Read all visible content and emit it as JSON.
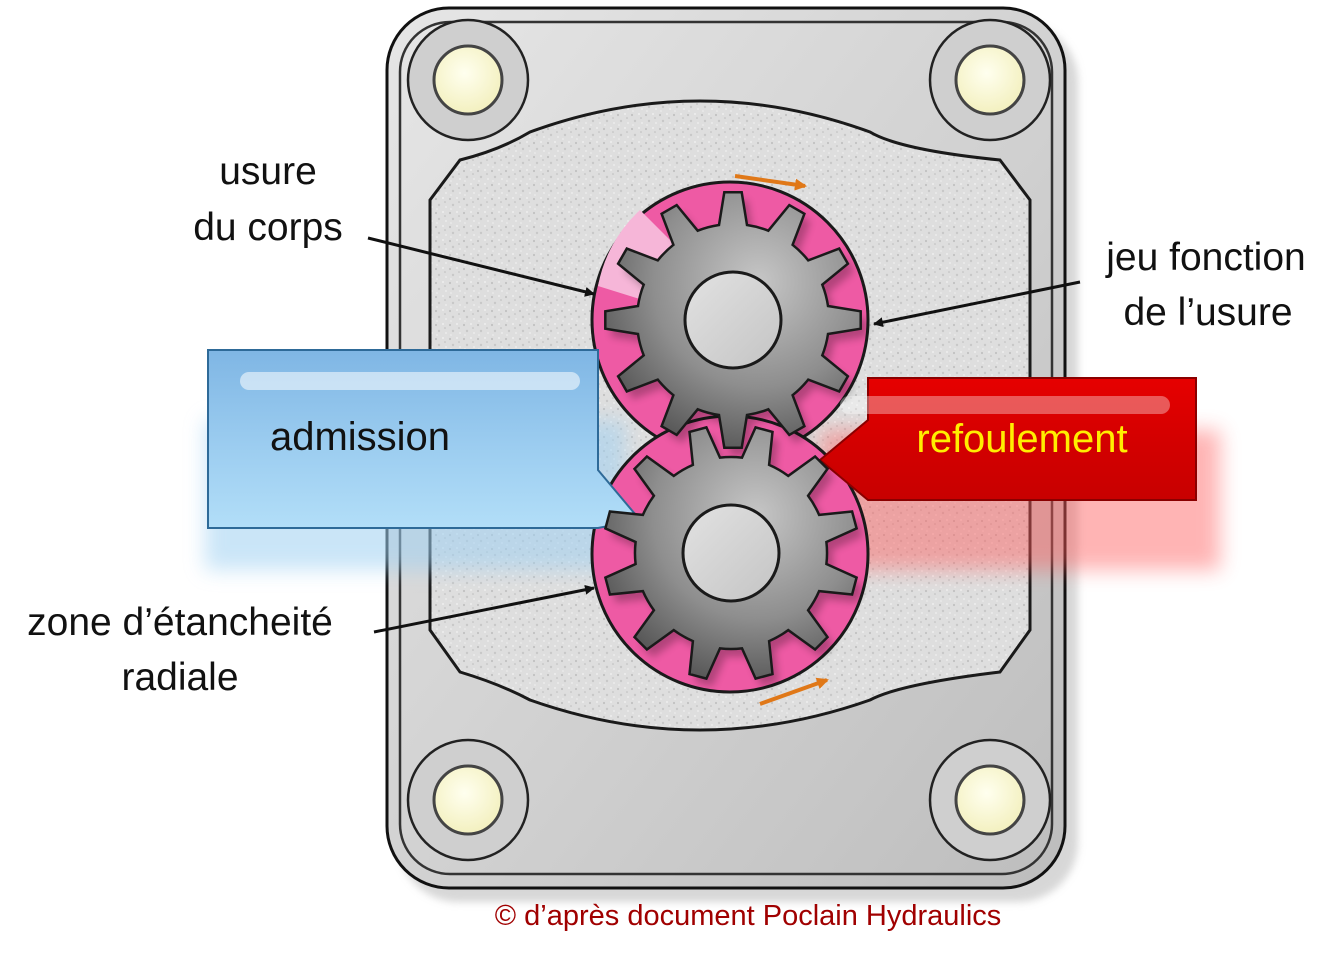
{
  "labels": {
    "usure_corps_line1": "usure",
    "usure_corps_line2": "du corps",
    "jeu_line1": "jeu fonction",
    "jeu_line2": "de l’usure",
    "zone_line1": "zone d’étancheité",
    "zone_line2": "radiale",
    "admission": "admission",
    "refoulement": "refoulement",
    "credit": "© d’après document Poclain Hydraulics"
  },
  "colors": {
    "admission_blue": "#8fc4ec",
    "refoulement_red": "#dd0000",
    "refoulement_text": "#ffee00",
    "trapped_pink": "#ee5aa4",
    "credit_text": "#a00000",
    "rotation_arrow": "#e07818",
    "bolt_fill": "#fcfbd8"
  },
  "icons": {
    "rotation": "arrow-right-icon"
  }
}
